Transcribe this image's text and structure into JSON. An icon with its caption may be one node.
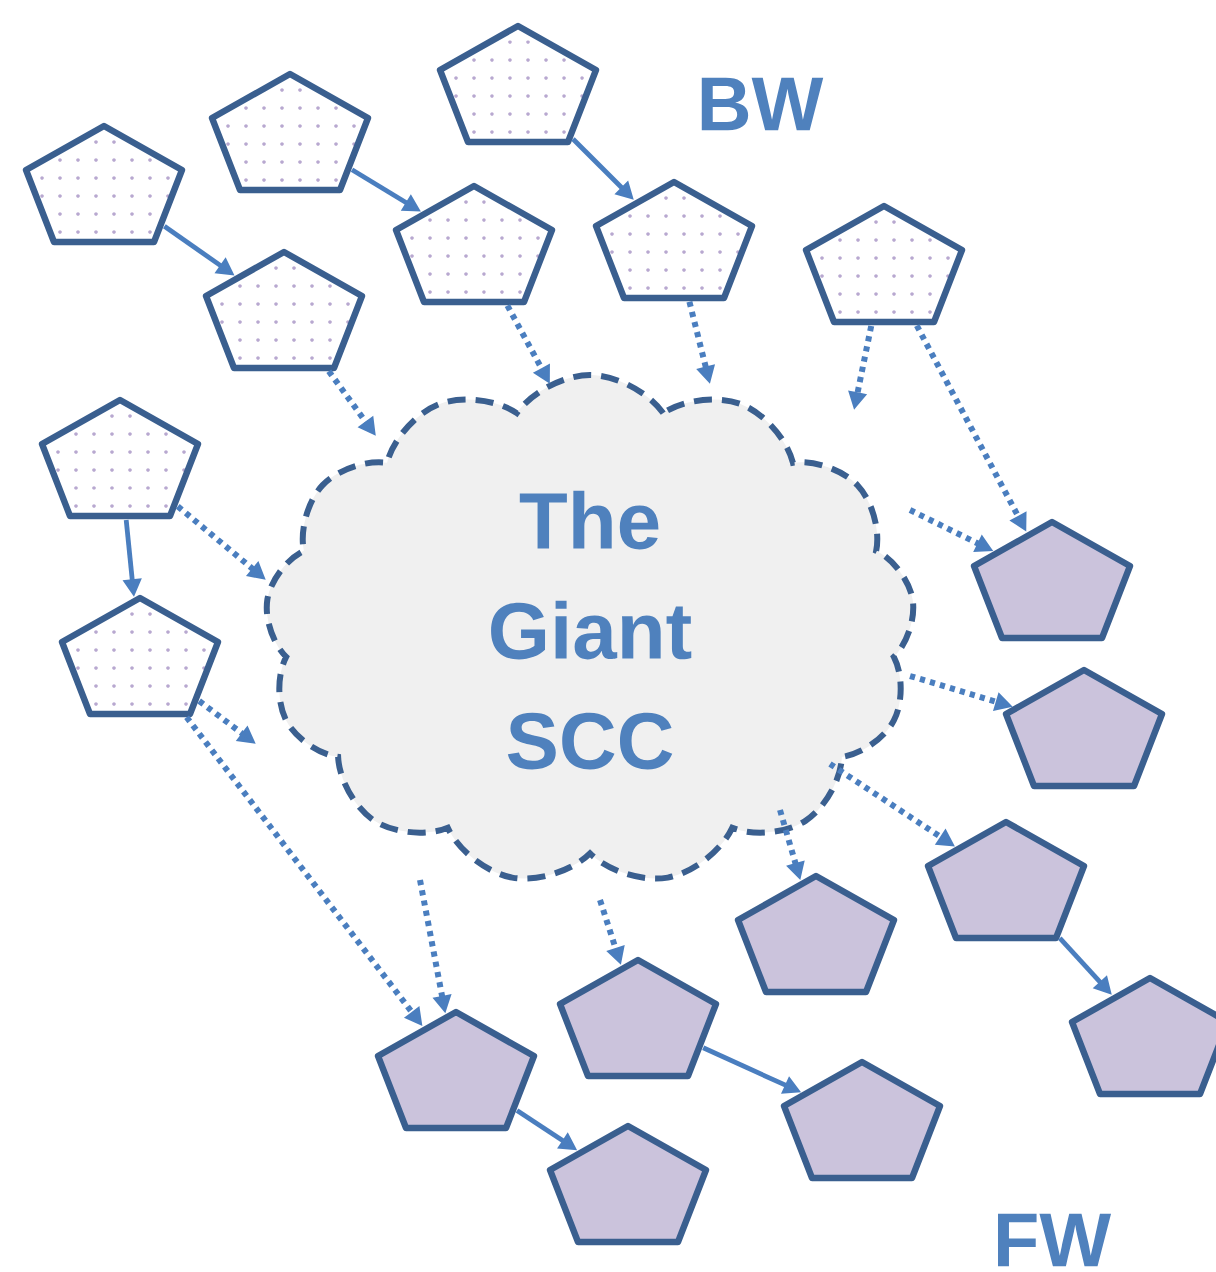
{
  "diagram": {
    "nodes": [
      {
        "text": [
          "The Giant SCC"
        ]
      },
      {
        "text": [],
        "shape": "pentagon"
      },
      {
        "text": [],
        "shape": "pentagon"
      },
      {
        "text": [],
        "shape": "pentagon"
      },
      {
        "text": [],
        "shape": "pentagon"
      },
      {
        "text": [],
        "shape": "pentagon"
      },
      {
        "text": [],
        "shape": "pentagon"
      },
      {
        "text": [],
        "shape": "pentagon"
      },
      {
        "text": [],
        "shape": "pentagon"
      },
      {
        "text": [],
        "shape": "pentagon"
      },
      {
        "text": [],
        "shape": "pentagon"
      },
      {
        "text": [],
        "shape": "pentagon"
      },
      {
        "text": [],
        "shape": "pentagon"
      },
      {
        "text": [],
        "shape": "pentagon"
      },
      {
        "text": [],
        "shape": "pentagon"
      },
      {
        "text": [],
        "shape": "pentagon"
      },
      {
        "text": [],
        "shape": "pentagon"
      },
      {
        "text": [],
        "shape": "pentagon"
      },
      {
        "text": [],
        "shape": "pentagon"
      }
    ],
    "edges": [
      {
        "from": 1,
        "to": 4,
        "arrow": "to"
      },
      {
        "from": 2,
        "to": 5,
        "arrow": "to"
      },
      {
        "from": 3,
        "to": 6,
        "arrow": "to"
      },
      {
        "from": 8,
        "to": 9,
        "arrow": "to"
      },
      {
        "from": 12,
        "to": 13,
        "arrow": "to"
      },
      {
        "from": 15,
        "to": 16,
        "arrow": "to"
      },
      {
        "from": 17,
        "to": 18,
        "arrow": "to"
      },
      {
        "from": 4,
        "to": 0,
        "arrow": "to",
        "style": "dashed"
      },
      {
        "from": 5,
        "to": 0,
        "arrow": "to",
        "style": "dashed"
      },
      {
        "from": 6,
        "to": 0,
        "arrow": "to",
        "style": "dashed"
      },
      {
        "from": 7,
        "to": 0,
        "arrow": "to",
        "style": "dashed"
      },
      {
        "from": 8,
        "to": 0,
        "arrow": "to",
        "style": "dashed"
      },
      {
        "from": 9,
        "to": 0,
        "arrow": "to",
        "style": "dashed"
      },
      {
        "from": 7,
        "to": 10,
        "arrow": "to",
        "style": "dashed"
      },
      {
        "from": 0,
        "to": 10,
        "arrow": "to",
        "style": "dashed"
      },
      {
        "from": 0,
        "to": 11,
        "arrow": "to",
        "style": "dashed"
      },
      {
        "from": 0,
        "to": 12,
        "arrow": "to",
        "style": "dashed"
      },
      {
        "from": 0,
        "to": 14,
        "arrow": "to",
        "style": "dashed"
      },
      {
        "from": 0,
        "to": 15,
        "arrow": "to",
        "style": "dashed"
      },
      {
        "from": 0,
        "to": 17,
        "arrow": "to",
        "style": "dashed"
      },
      {
        "from": 9,
        "to": 17,
        "arrow": "to",
        "style": "dashed"
      }
    ],
    "labels": [
      "BW",
      "FW"
    ]
  }
}
